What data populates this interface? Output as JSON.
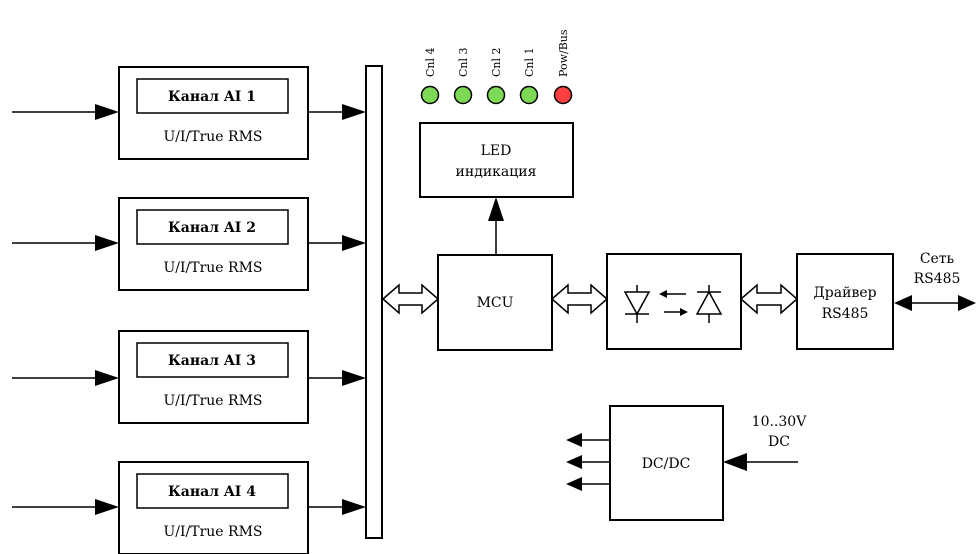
{
  "channels": [
    {
      "title": "Канал AI 1",
      "subtitle": "U/I/True RMS"
    },
    {
      "title": "Канал AI 2",
      "subtitle": "U/I/True RMS"
    },
    {
      "title": "Канал AI 3",
      "subtitle": "U/I/True RMS"
    },
    {
      "title": "Канал AI 4",
      "subtitle": "U/I/True RMS"
    }
  ],
  "leds": [
    {
      "label": "Cnl 4",
      "color": "#7ed957"
    },
    {
      "label": "Cnl 3",
      "color": "#7ed957"
    },
    {
      "label": "Cnl 2",
      "color": "#7ed957"
    },
    {
      "label": "Cnl 1",
      "color": "#7ed957"
    },
    {
      "label": "Pow/Bus",
      "color": "#ff4040"
    }
  ],
  "led_block": {
    "line1": "LED",
    "line2": "индикация"
  },
  "mcu": {
    "label": "MCU"
  },
  "driver": {
    "line1": "Драйвер",
    "line2": "RS485"
  },
  "network": {
    "line1": "Сеть",
    "line2": "RS485"
  },
  "dcdc": {
    "label": "DC/DC"
  },
  "power_input": {
    "line1": "10..30V",
    "line2": "DC"
  }
}
